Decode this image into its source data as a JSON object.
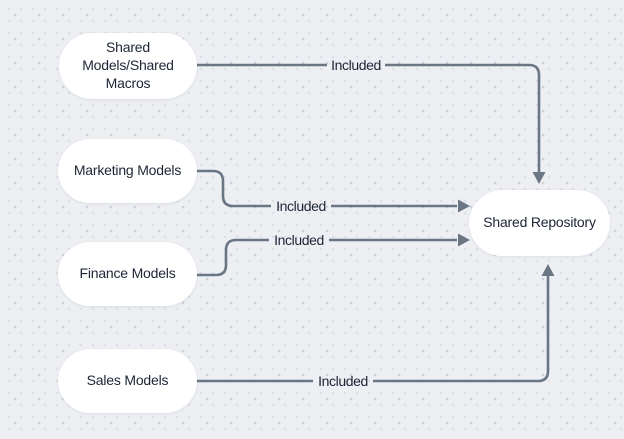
{
  "diagram": {
    "nodes": {
      "shared_models": {
        "label": "Shared\nModels/Shared\nMacros"
      },
      "marketing": {
        "label": "Marketing Models"
      },
      "finance": {
        "label": "Finance Models"
      },
      "sales": {
        "label": "Sales Models"
      },
      "repository": {
        "label": "Shared Repository"
      }
    },
    "edges": {
      "shared_models_to_repository": {
        "from": "shared_models",
        "to": "repository",
        "label": "Included"
      },
      "marketing_to_repository": {
        "from": "marketing",
        "to": "repository",
        "label": "Included"
      },
      "finance_to_repository": {
        "from": "finance",
        "to": "repository",
        "label": "Included"
      },
      "sales_to_repository": {
        "from": "sales",
        "to": "repository",
        "label": "Included"
      }
    },
    "colors": {
      "background": "#edeff3",
      "dot_grid": "#ccd1da",
      "node_fill": "#ffffff",
      "connector": "#6b7685",
      "text": "#1d2535"
    }
  }
}
